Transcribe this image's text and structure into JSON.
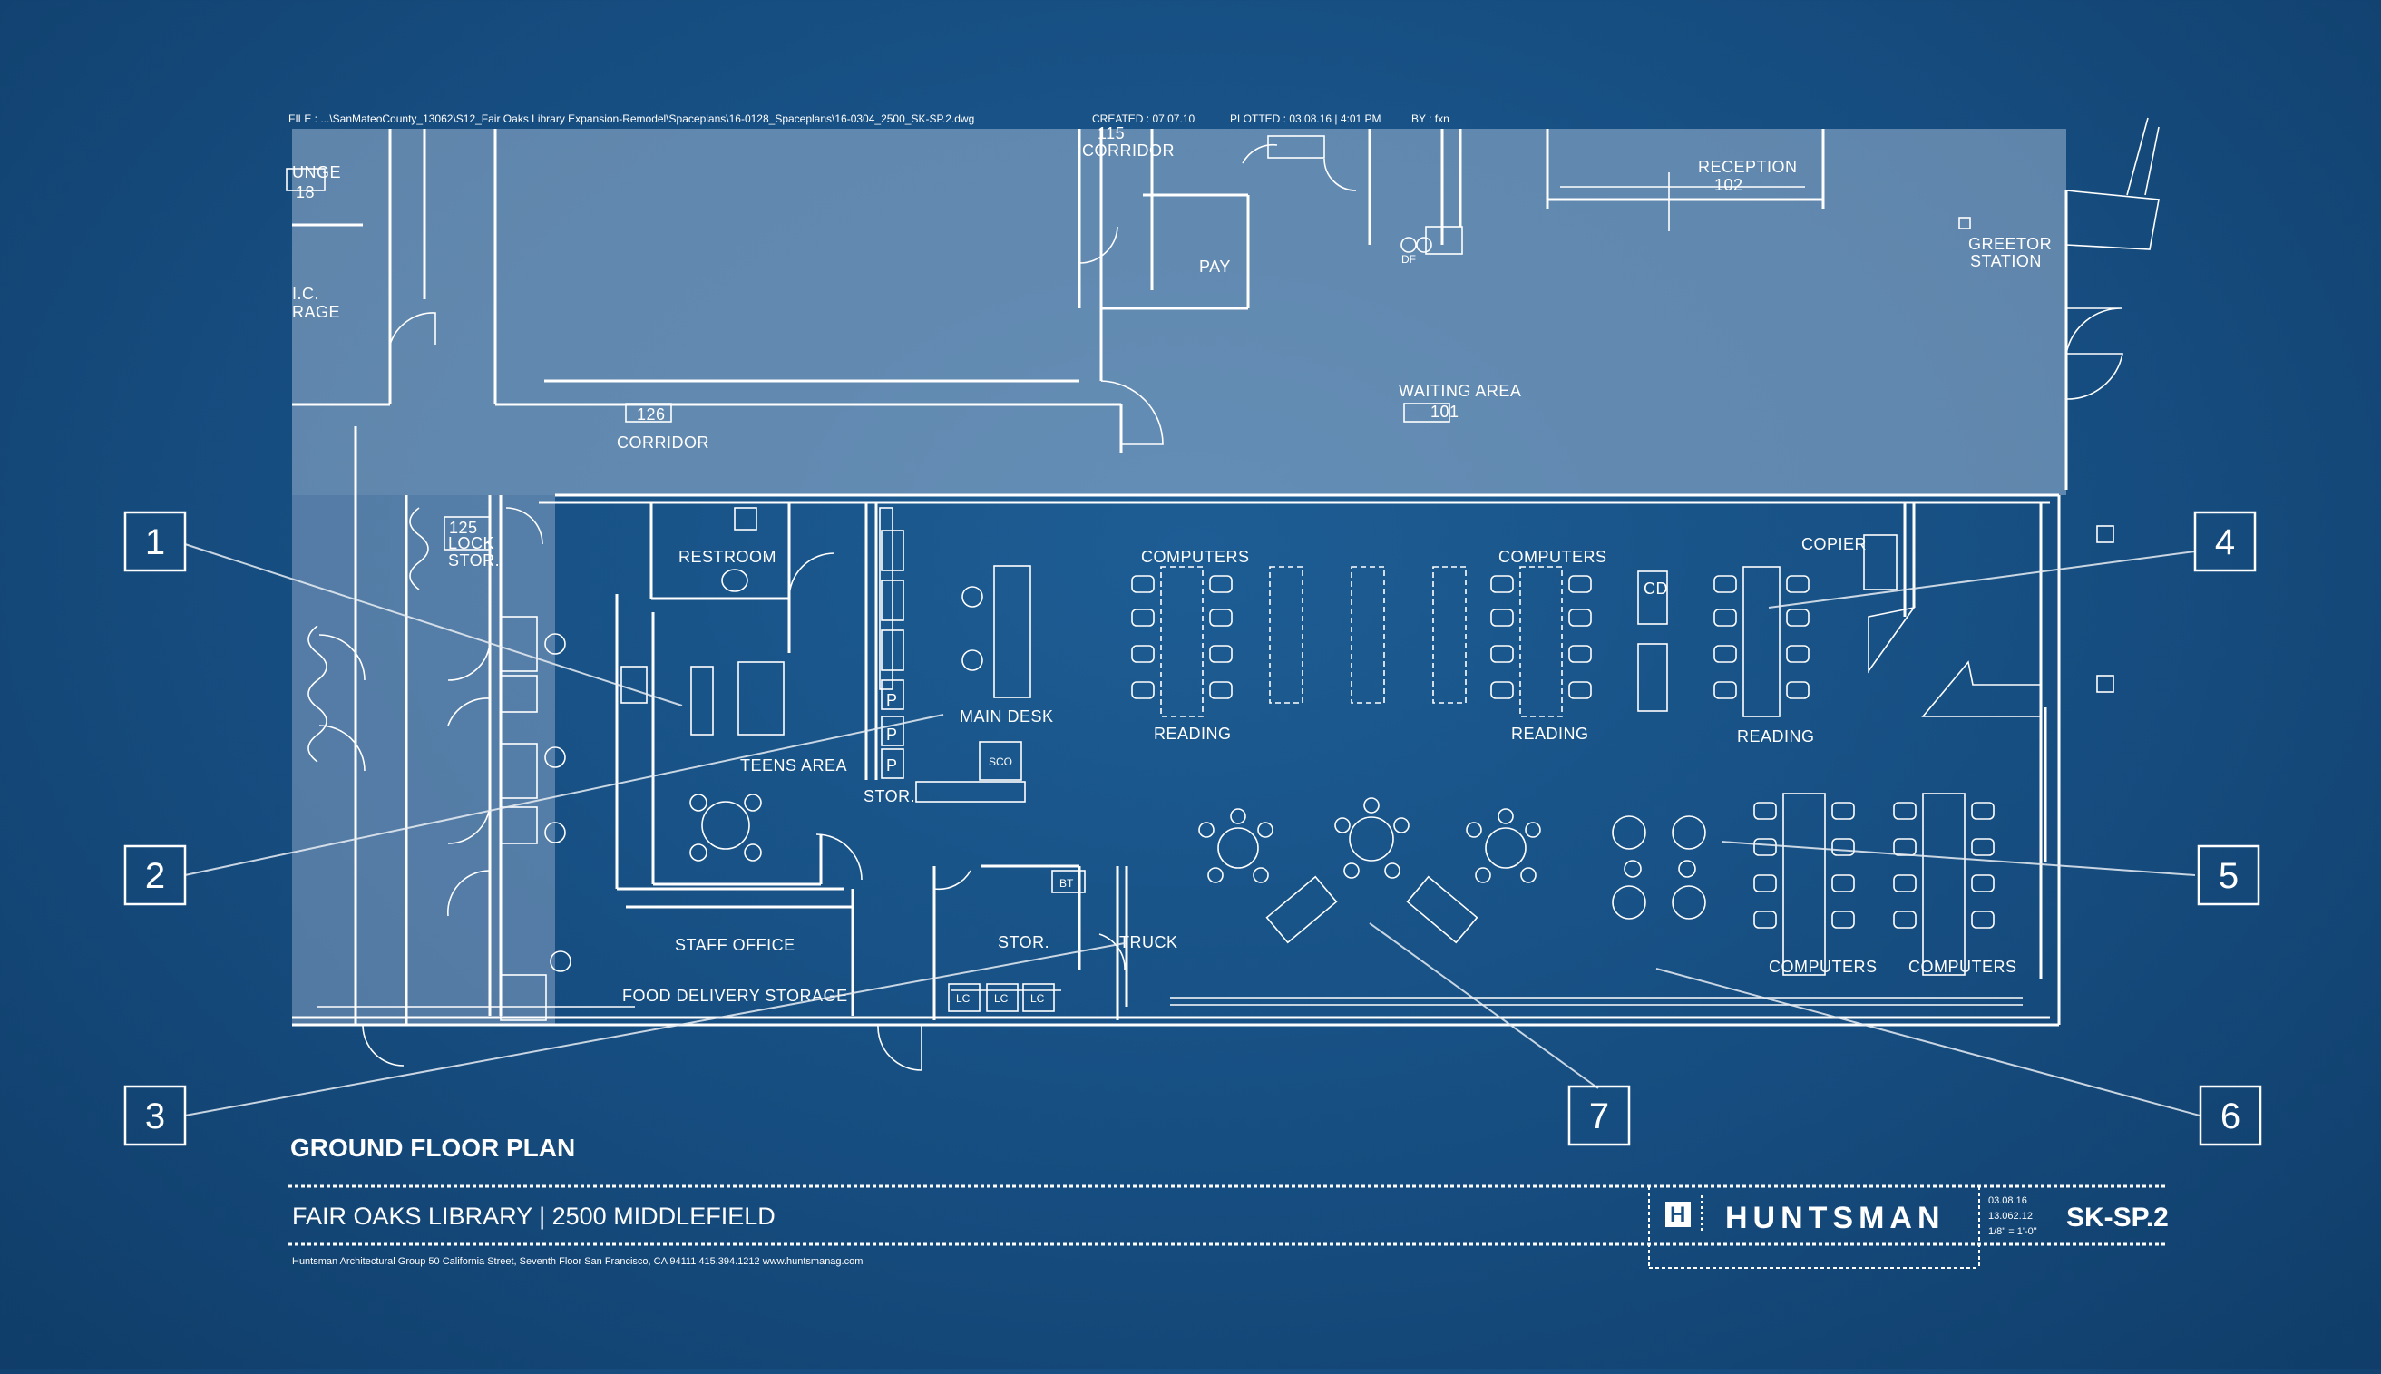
{
  "header": {
    "file_path": "FILE : ...\\SanMateoCounty_13062\\S12_Fair Oaks Library Expansion-Remodel\\Spaceplans\\16-0128_Spaceplans\\16-0304_2500_SK-SP.2.dwg",
    "created": "CREATED : 07.07.10",
    "plotted": "PLOTTED : 03.08.16 | 4:01 PM",
    "by": "BY : fxn"
  },
  "rooms": {
    "lounge_name": "UNGE",
    "lounge_no": "18",
    "ec_storage_a": "I.C.",
    "ec_storage_b": "RAGE",
    "corridor_115_no": "115",
    "corridor_115": "CORRIDOR",
    "pay": "PAY",
    "df": "DF",
    "reception": "RECEPTION",
    "reception_no": "102",
    "greetor_a": "GREETOR",
    "greetor_b": "STATION",
    "waiting_area": "WAITING AREA",
    "waiting_no": "101",
    "corridor_126_no": "126",
    "corridor_126": "CORRIDOR",
    "lock_stor_no": "125",
    "lock_stor_a": "LOCK",
    "lock_stor_b": "STOR.",
    "restroom": "RESTROOM",
    "teens_area": "TEENS AREA",
    "main_desk": "MAIN DESK",
    "sco": "SCO",
    "stor_small": "STOR.",
    "staff_office": "STAFF OFFICE",
    "food_delivery": "FOOD DELIVERY STORAGE",
    "stor": "STOR.",
    "truck": "TRUCK",
    "bt": "BT",
    "lc": "LC",
    "p": "P",
    "computers": "COMPUTERS",
    "reading": "READING",
    "copier": "COPIER",
    "cd": "CD"
  },
  "callouts": [
    "1",
    "2",
    "3",
    "4",
    "5",
    "6",
    "7"
  ],
  "title_block": {
    "plan_title": "GROUND FLOOR PLAN",
    "project": "FAIR OAKS LIBRARY | 2500 MIDDLEFIELD",
    "firm_address": "Huntsman Architectural Group   50 California Street, Seventh Floor   San Francisco, CA 94111   415.394.1212   www.huntsmanag.com",
    "logo_letter": "H",
    "brand": "HUNTSMAN",
    "date": "03.08.16",
    "project_no": "13.062.12",
    "scale": "1/8\" = 1'-0\"",
    "sheet": "SK-SP.2"
  },
  "colors": {
    "background": "#164d80",
    "overlay": "#8ba5c4",
    "line": "#ffffff"
  }
}
